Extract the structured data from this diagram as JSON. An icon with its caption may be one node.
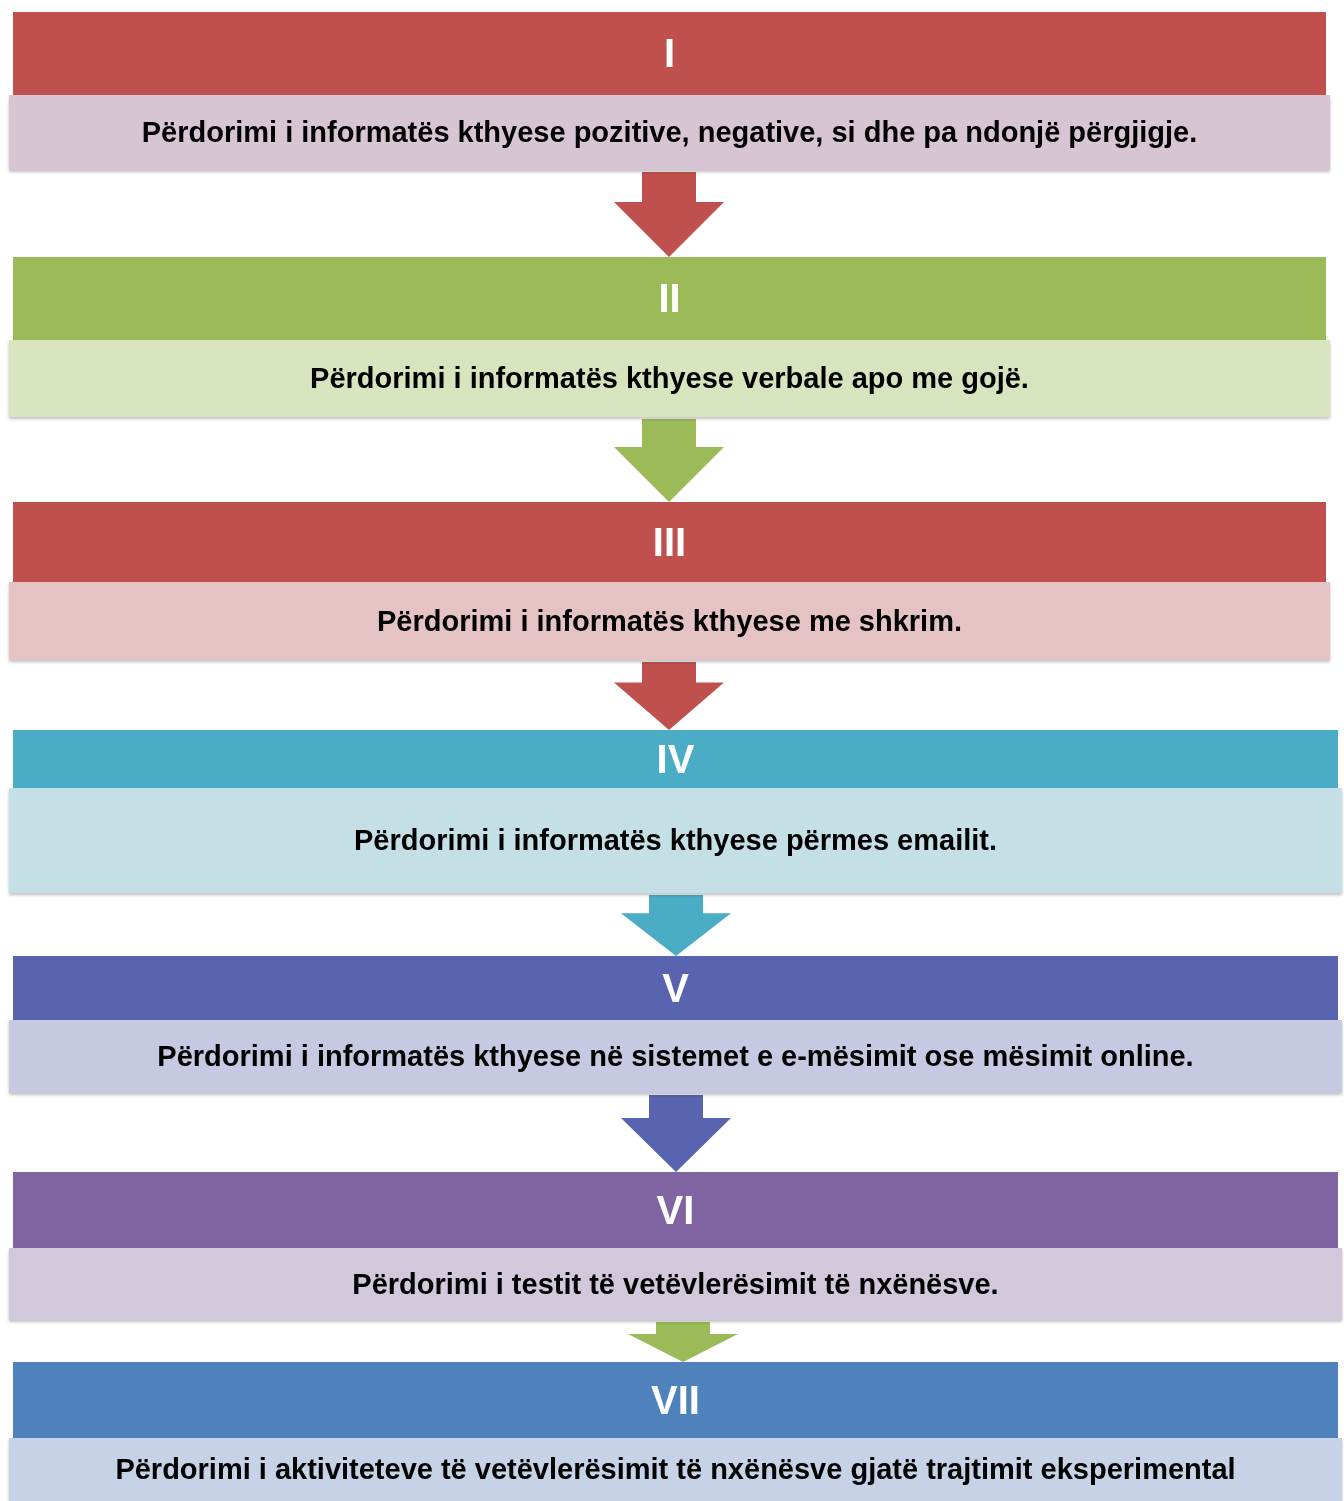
{
  "diagram": {
    "nodes": [
      {
        "text": [
          "I"
        ]
      },
      {
        "text": [
          "Përdorimi i informatës kthyese pozitive, negative, si dhe pa ndonjë përgjigje."
        ]
      },
      {
        "text": [
          "II"
        ]
      },
      {
        "text": [
          "Përdorimi i informatës kthyese verbale apo me gojë."
        ]
      },
      {
        "text": [
          "III"
        ]
      },
      {
        "text": [
          "Përdorimi i informatës kthyese me shkrim."
        ]
      },
      {
        "text": [
          "IV"
        ]
      },
      {
        "text": [
          "Përdorimi i informatës kthyese përmes emailit."
        ]
      },
      {
        "text": [
          "V"
        ]
      },
      {
        "text": [
          "Përdorimi i informatës kthyese në sistemet e e-mësimit ose mësimit online."
        ]
      },
      {
        "text": [
          "VI"
        ]
      },
      {
        "text": [
          "Përdorimi i testit të vetëvlerësimit të nxënësve."
        ]
      },
      {
        "text": [
          "VII"
        ]
      },
      {
        "text": [
          "Përdorimi i aktiviteteve të vetëvlerësimit të nxënësve gjatë trajtimit eksperimental"
        ]
      }
    ],
    "edges": [
      {
        "from": 1,
        "to": 2,
        "arrow": "to",
        "color": "#c0504d"
      },
      {
        "from": 3,
        "to": 4,
        "arrow": "to",
        "color": "#9bbb59"
      },
      {
        "from": 5,
        "to": 6,
        "arrow": "to",
        "color": "#c0504d"
      },
      {
        "from": 7,
        "to": 8,
        "arrow": "to",
        "color": "#4bacc6"
      },
      {
        "from": 9,
        "to": 10,
        "arrow": "to",
        "color": "#5864b0"
      },
      {
        "from": 11,
        "to": 12,
        "arrow": "to",
        "color": "#9bbb59"
      }
    ]
  }
}
